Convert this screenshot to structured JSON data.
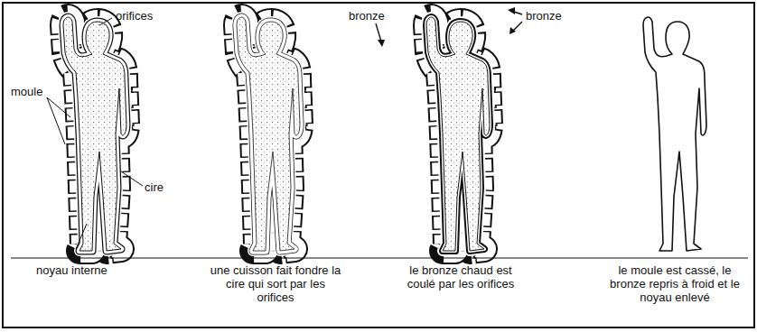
{
  "diagram": {
    "labels": [
      "orifices",
      "moule",
      "cire",
      "noyau interne",
      "une cuisson fait fondre la cire qui sort par les orifices",
      "bronze",
      "bronze",
      "le bronze chaud est coulé par les orifices",
      "le moule est cassé, le bronze repris à froid et le noyau enlevé"
    ]
  }
}
